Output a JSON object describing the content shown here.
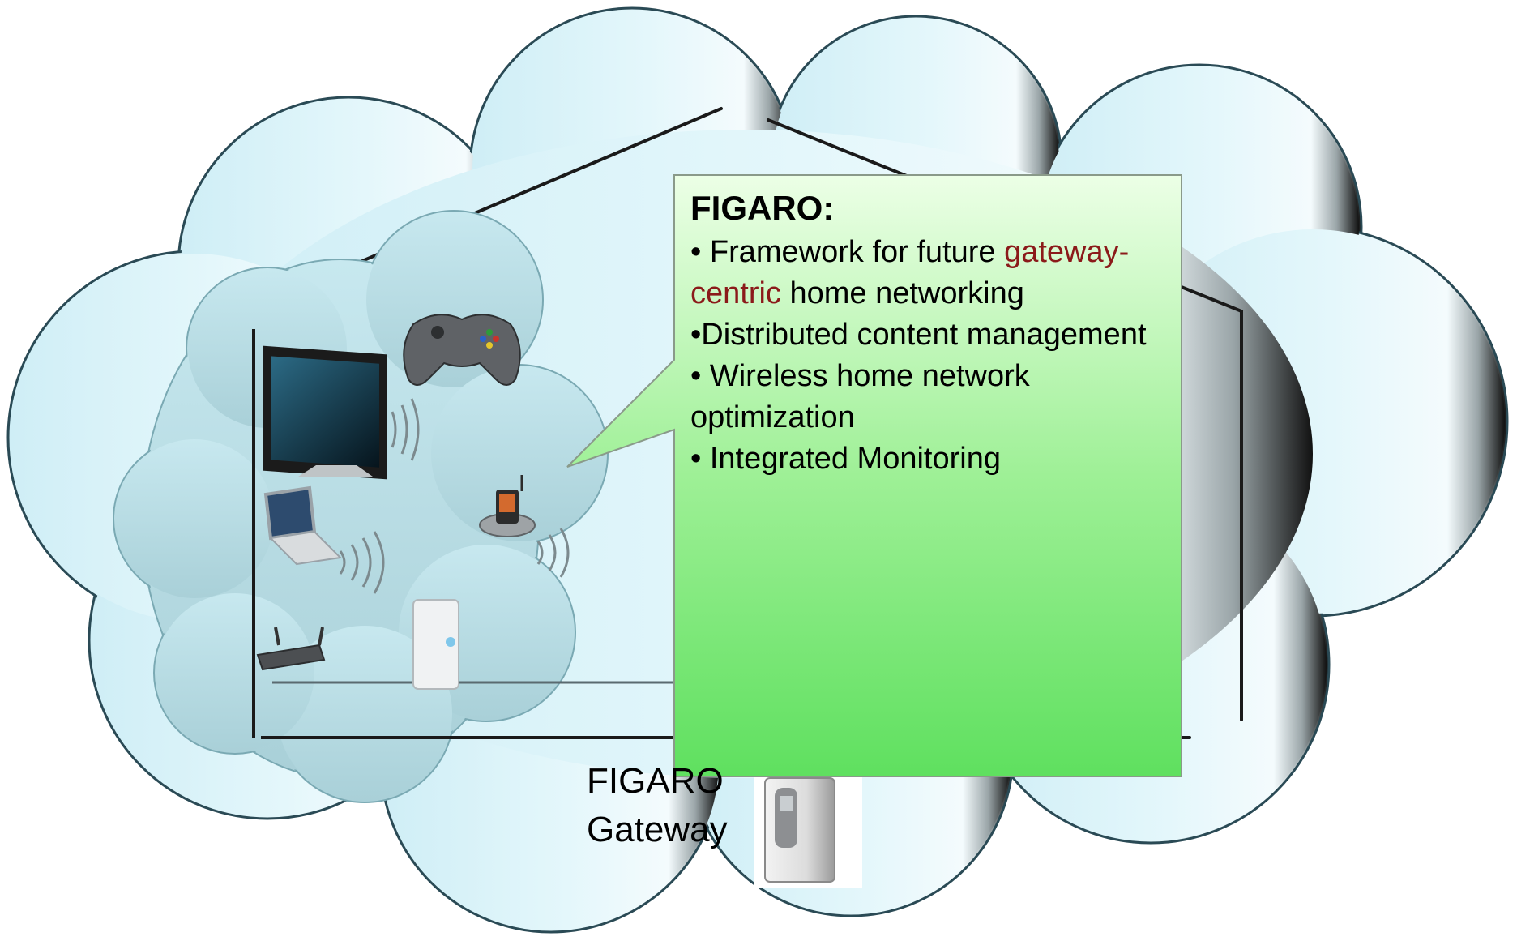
{
  "callout": {
    "title": "FIGARO:",
    "bullet1_prefix": "• Framework for future ",
    "bullet1_highlight": "gateway-centric",
    "bullet1_suffix": " home networking",
    "bullet2": "•Distributed content management",
    "bullet3": "• Wireless home network optimization",
    "bullet4": "• Integrated Monitoring",
    "highlight_color": "#8B1A1A"
  },
  "gateway": {
    "line1": "FIGARO",
    "line2": "Gateway"
  },
  "devices": [
    "tv-icon",
    "gamepad-icon",
    "laptop-icon",
    "pda-dock-icon",
    "router-icon",
    "external-drive-icon",
    "gateway-device-icon"
  ],
  "colors": {
    "outer_cloud": "#dff4fb",
    "inner_cloud": "#b5dde6",
    "callout_top": "#eaffe0",
    "callout_bottom": "#5ee062"
  }
}
